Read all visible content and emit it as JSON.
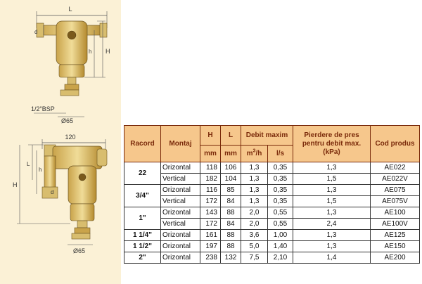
{
  "drawing_top": {
    "dim_L": "L",
    "dim_d": "d",
    "dim_H": "H",
    "dim_h": "h",
    "bsp_label": "1/2\"BSP",
    "dia_label": "Ø65"
  },
  "drawing_bottom": {
    "dim_width": "120",
    "dim_L": "L",
    "dim_h": "h",
    "dim_H": "H",
    "dim_d": "d",
    "dia_label": "Ø65"
  },
  "table": {
    "headers": {
      "racord": "Racord",
      "montaj": "Montaj",
      "H": "H",
      "L": "L",
      "debit": "Debit maxim",
      "pierdere": "Pierdere de pres pentru debit max. (kPa)",
      "cod": "Cod produs"
    },
    "units": {
      "H": "mm",
      "L": "mm",
      "m3h_base": "m",
      "m3h_sup": "3",
      "m3h_tail": "/h",
      "ls": "l/s"
    },
    "groups": [
      {
        "racord": "22",
        "rows": [
          {
            "montaj": "Orizontal",
            "H": "118",
            "L": "106",
            "m3h": "1,3",
            "ls": "0,35",
            "kpa": "1,3",
            "cod": "AE022"
          },
          {
            "montaj": "Vertical",
            "H": "182",
            "L": "104",
            "m3h": "1,3",
            "ls": "0,35",
            "kpa": "1,5",
            "cod": "AE022V"
          }
        ]
      },
      {
        "racord": "3/4\"",
        "rows": [
          {
            "montaj": "Orizontal",
            "H": "116",
            "L": "85",
            "m3h": "1,3",
            "ls": "0,35",
            "kpa": "1,3",
            "cod": "AE075"
          },
          {
            "montaj": "Vertical",
            "H": "172",
            "L": "84",
            "m3h": "1,3",
            "ls": "0,35",
            "kpa": "1,5",
            "cod": "AE075V"
          }
        ]
      },
      {
        "racord": "1\"",
        "rows": [
          {
            "montaj": "Orizontal",
            "H": "143",
            "L": "88",
            "m3h": "2,0",
            "ls": "0,55",
            "kpa": "1,3",
            "cod": "AE100"
          },
          {
            "montaj": "Vertical",
            "H": "172",
            "L": "84",
            "m3h": "2,0",
            "ls": "0,55",
            "kpa": "2,4",
            "cod": "AE100V"
          }
        ]
      },
      {
        "racord": "1 1/4\"",
        "rows": [
          {
            "montaj": "Orizontal",
            "H": "161",
            "L": "88",
            "m3h": "3,6",
            "ls": "1,00",
            "kpa": "1,3",
            "cod": "AE125"
          }
        ]
      },
      {
        "racord": "1 1/2\"",
        "rows": [
          {
            "montaj": "Orizontal",
            "H": "197",
            "L": "88",
            "m3h": "5,0",
            "ls": "1,40",
            "kpa": "1,3",
            "cod": "AE150"
          }
        ]
      },
      {
        "racord": "2\"",
        "rows": [
          {
            "montaj": "Orizontal",
            "H": "238",
            "L": "132",
            "m3h": "7,5",
            "ls": "2,10",
            "kpa": "1,4",
            "cod": "AE200"
          }
        ]
      }
    ]
  }
}
